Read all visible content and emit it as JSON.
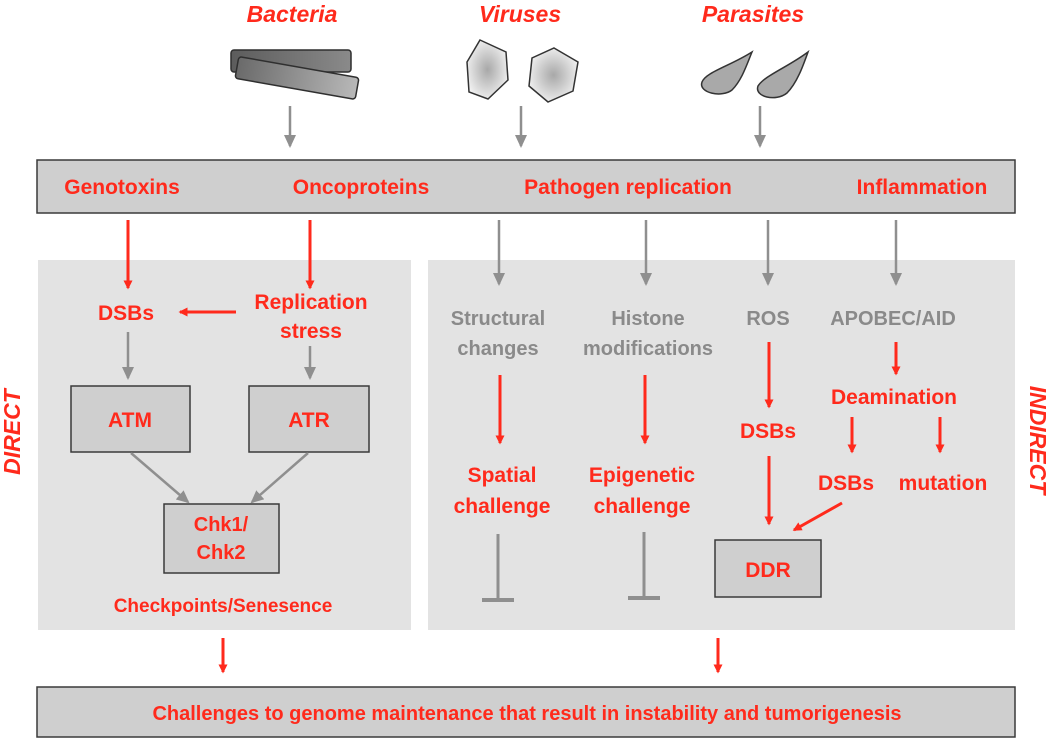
{
  "colors": {
    "red": "#ff2a1c",
    "gray_text": "#8a8a8a",
    "gray_arrow": "#8f8f8f",
    "box_fill": "#cfcfcf",
    "panel_fill": "#e3e3e3",
    "border": "#3a3a3a"
  },
  "pathogens": [
    "Bacteria",
    "Viruses",
    "Parasites"
  ],
  "mechanisms": [
    "Genotoxins",
    "Oncoproteins",
    "Pathogen replication",
    "Inflammation"
  ],
  "direct": {
    "side_label": "DIRECT",
    "dsbs": "DSBs",
    "replication_stress_1": "Replication",
    "replication_stress_2": "stress",
    "atm": "ATM",
    "atr": "ATR",
    "chk_1": "Chk1/",
    "chk_2": "Chk2",
    "checkpoints": "Checkpoints/Senesence"
  },
  "indirect": {
    "side_label": "INDIRECT",
    "structural_1": "Structural",
    "structural_2": "changes",
    "histone_1": "Histone",
    "histone_2": "modifications",
    "ros": "ROS",
    "apobec": "APOBEC/AID",
    "spatial_1": "Spatial",
    "spatial_2": "challenge",
    "epigenetic_1": "Epigenetic",
    "epigenetic_2": "challenge",
    "dsbs_ros": "DSBs",
    "deamination": "Deamination",
    "dsbs_deam": "DSBs",
    "mutation": "mutation",
    "ddr": "DDR"
  },
  "outcome": "Challenges to genome maintenance that result in instability and tumorigenesis"
}
